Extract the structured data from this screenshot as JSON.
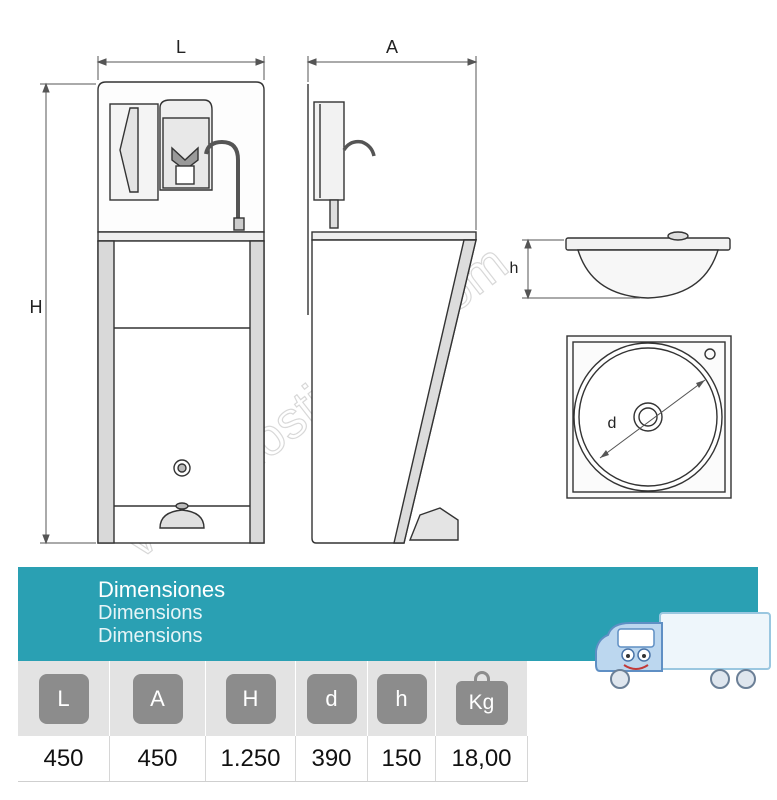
{
  "drawing": {
    "labels": {
      "L": "L",
      "A": "A",
      "H": "H",
      "h": "h",
      "d": "d"
    }
  },
  "watermark": "vehiculostienda.com",
  "banner": {
    "title": "Dimensiones",
    "sub1": "Dimensions",
    "sub2": "Dimensions",
    "color": "#2aa0b3"
  },
  "table": {
    "headers": [
      "L",
      "A",
      "H",
      "d",
      "h",
      "Kg"
    ],
    "values": [
      "450",
      "450",
      "1.250",
      "390",
      "150",
      "18,00"
    ]
  }
}
